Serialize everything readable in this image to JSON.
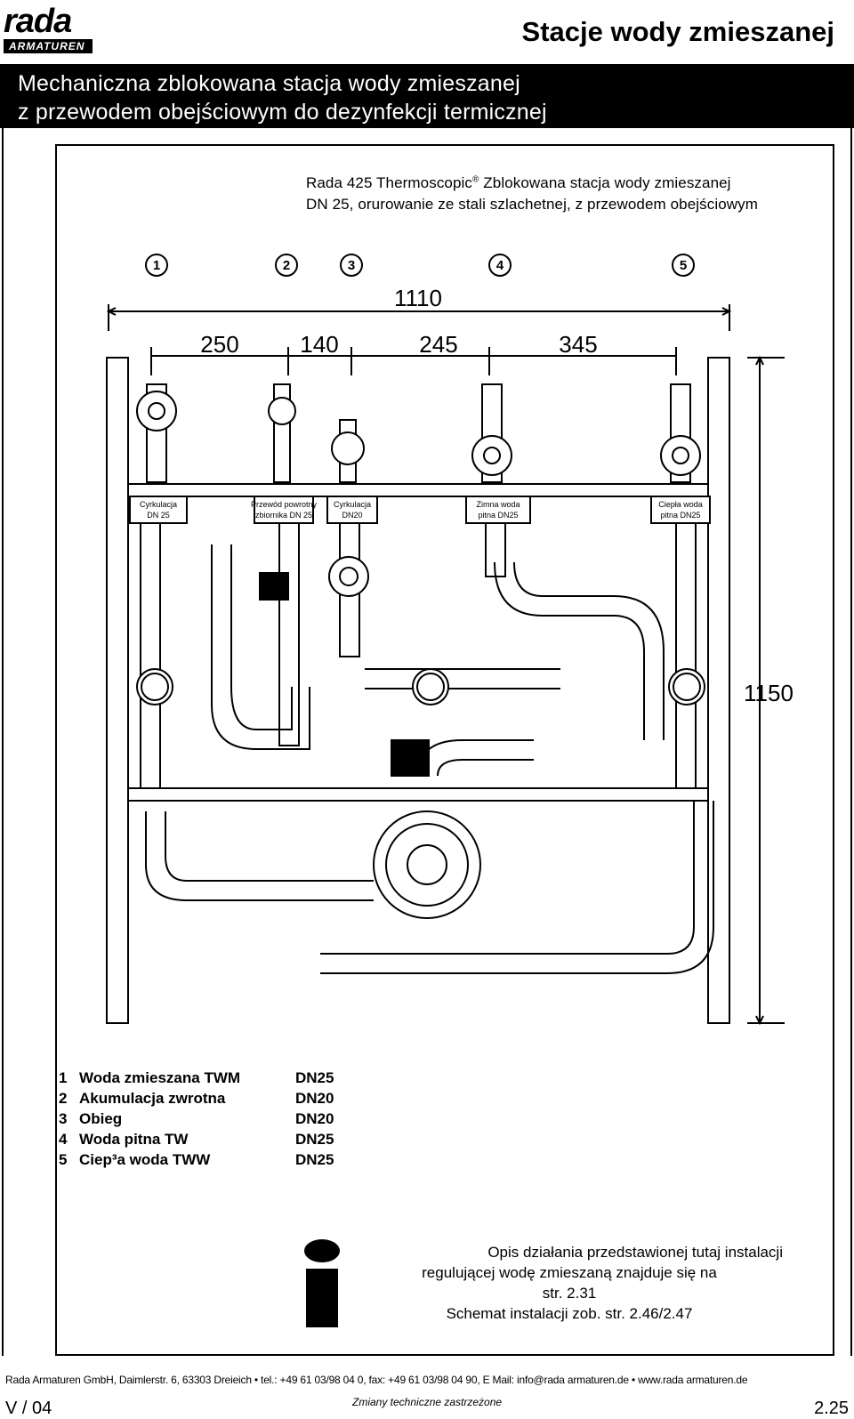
{
  "header": {
    "logo_text": "rada",
    "logo_sub": "ARMATUREN",
    "title": "Stacje wody zmieszanej",
    "banner_line1": "Mechaniczna zblokowana stacja wody zmieszanej",
    "banner_line2": "z przewodem obejściowym do dezynfekcji termicznej"
  },
  "caption": {
    "line1_a": "Rada 425 Thermoscopic",
    "line1_mark": "®",
    "line1_b": " Zblokowana stacja wody zmieszanej",
    "line2": "DN 25, orurowanie ze stali szlachetnej, z przewodem obejściowym"
  },
  "drawing": {
    "callouts": [
      "1",
      "2",
      "3",
      "4",
      "5"
    ],
    "dimensions": {
      "total_width": "1110",
      "d1": "250",
      "d2": "140",
      "d3": "245",
      "d4": "345",
      "height": "1150"
    },
    "labels": [
      {
        "l1": "Cyrkulacja",
        "l2": "DN 25"
      },
      {
        "l1": "Przewód powrotny",
        "l2": "zbiornika DN 25"
      },
      {
        "l1": "Cyrkulacja",
        "l2": "DN20"
      },
      {
        "l1": "Zimna woda",
        "l2": "pitna DN25"
      },
      {
        "l1": "Ciepła woda",
        "l2": "pitna DN25"
      }
    ]
  },
  "legend": [
    {
      "n": "1",
      "label": "Woda zmieszana TWM",
      "dn": "DN25"
    },
    {
      "n": "2",
      "label": "Akumulacja zwrotna",
      "dn": "DN20"
    },
    {
      "n": "3",
      "label": "Obieg",
      "dn": "DN20"
    },
    {
      "n": "4",
      "label": "Woda pitna TW",
      "dn": "DN25"
    },
    {
      "n": "5",
      "label": "Ciep³a woda TWW",
      "dn": "DN25"
    }
  ],
  "info": {
    "line1": "Opis działania przedstawionej tutaj instalacji",
    "line2": "regulującej wodę zmieszaną znajduje się na",
    "line3": "str. 2.31",
    "line4": "Schemat instalacji zob. str. 2.46/2.47"
  },
  "footer": {
    "address": "Rada Armaturen GmbH, Daimlerstr. 6, 63303 Dreieich • tel.: +49  61 03/98 04 0, fax: +49  61 03/98 04 90, E Mail: info@rada armaturen.de • www.rada armaturen.de",
    "version": "V / 04",
    "note": "Zmiany techniczne zastrzeżone",
    "page": "2.25"
  }
}
